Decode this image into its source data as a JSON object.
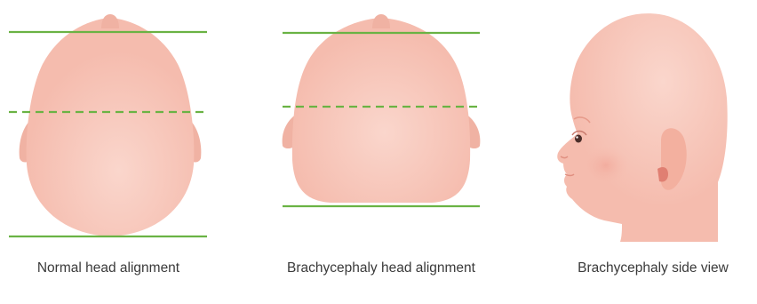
{
  "panels": [
    {
      "caption": "Normal head alignment",
      "view": "top-down head, normal shape"
    },
    {
      "caption": "Brachycephaly head alignment",
      "view": "top-down head, flattened back"
    },
    {
      "caption": "Brachycephaly side view",
      "view": "profile of infant head"
    }
  ],
  "colors": {
    "skin": "#f5bcae",
    "skin_highlight": "#fad6cc",
    "skin_shadow": "#eda595",
    "ear_inner": "#e07f72",
    "eye": "#4a2e2a",
    "guide_line": "#6ab344",
    "caption_text": "#3a3a3a",
    "background": "#ffffff"
  }
}
